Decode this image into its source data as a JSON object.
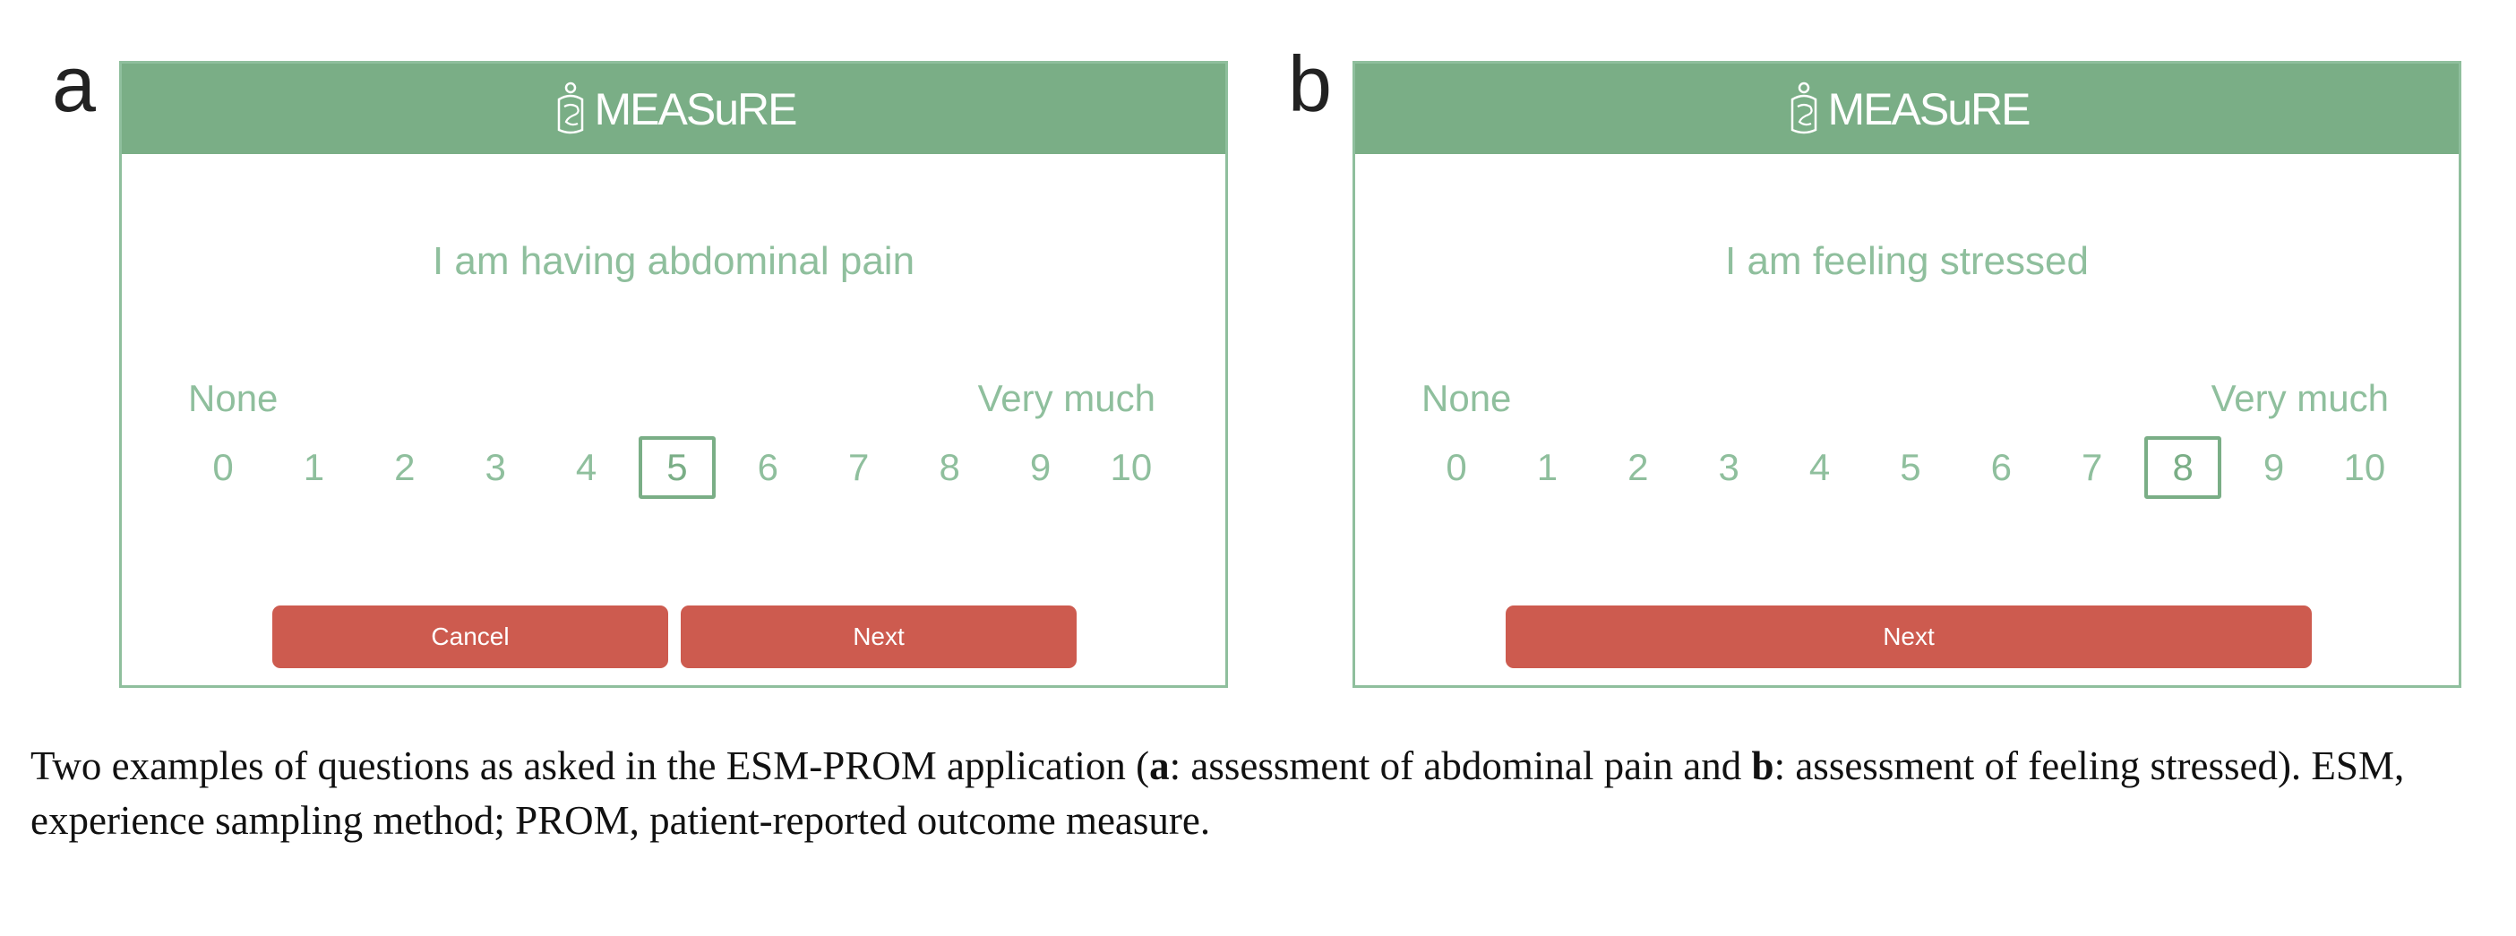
{
  "panels": [
    {
      "letter": "a",
      "brand": "MEASuRE",
      "question": "I am having abdominal pain",
      "label_low": "None",
      "label_high": "Very much",
      "scale": [
        "0",
        "1",
        "2",
        "3",
        "4",
        "5",
        "6",
        "7",
        "8",
        "9",
        "10"
      ],
      "selected_value": "5",
      "buttons": {
        "cancel": "Cancel",
        "next": "Next"
      }
    },
    {
      "letter": "b",
      "brand": "MEASuRE",
      "question": "I am feeling stressed",
      "label_low": "None",
      "label_high": "Very much",
      "scale": [
        "0",
        "1",
        "2",
        "3",
        "4",
        "5",
        "6",
        "7",
        "8",
        "9",
        "10"
      ],
      "selected_value": "8",
      "buttons": {
        "next": "Next"
      }
    }
  ],
  "caption": {
    "part1": "Two examples of questions as asked in the ESM-PROM application (",
    "bold_a": "a",
    "part2": ": assessment of abdominal pain and ",
    "bold_b": "b",
    "part3": ": assessment of feeling stressed). ESM, experience sampling method; PROM, patient-reported outcome measure."
  },
  "colors": {
    "header_green": "#7aae86",
    "text_green": "#8fbf9d",
    "button_red": "#cd5b4f"
  },
  "icons": {
    "brand_logo": "measure-logo-icon"
  }
}
